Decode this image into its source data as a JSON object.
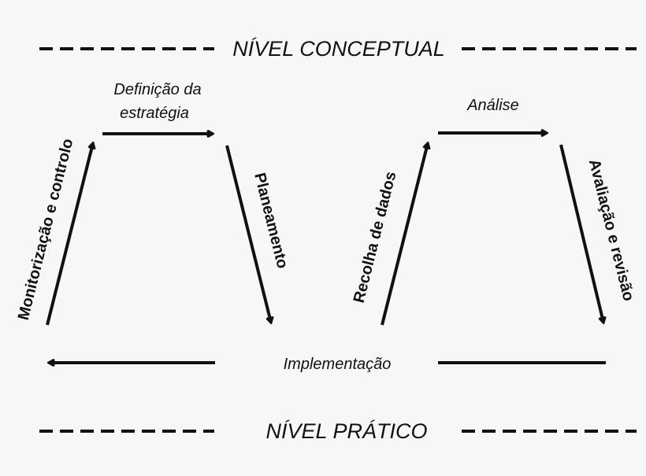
{
  "levels": {
    "conceptual": "NÍVEL CONCEPTUAL",
    "practical": "NÍVEL PRÁTICO"
  },
  "cycle_left": {
    "strategy_line1": "Definição da",
    "strategy_line2": "estratégia",
    "planning": "Planeamento",
    "monitoring": "Monitorização e controlo"
  },
  "cycle_right": {
    "analysis": "Análise",
    "collection": "Recolha de dados",
    "evaluation": "Avaliação e revisão"
  },
  "bottom": {
    "implementation": "Implementação"
  },
  "colors": {
    "ink": "#111111",
    "background": "#f7f7f7"
  }
}
